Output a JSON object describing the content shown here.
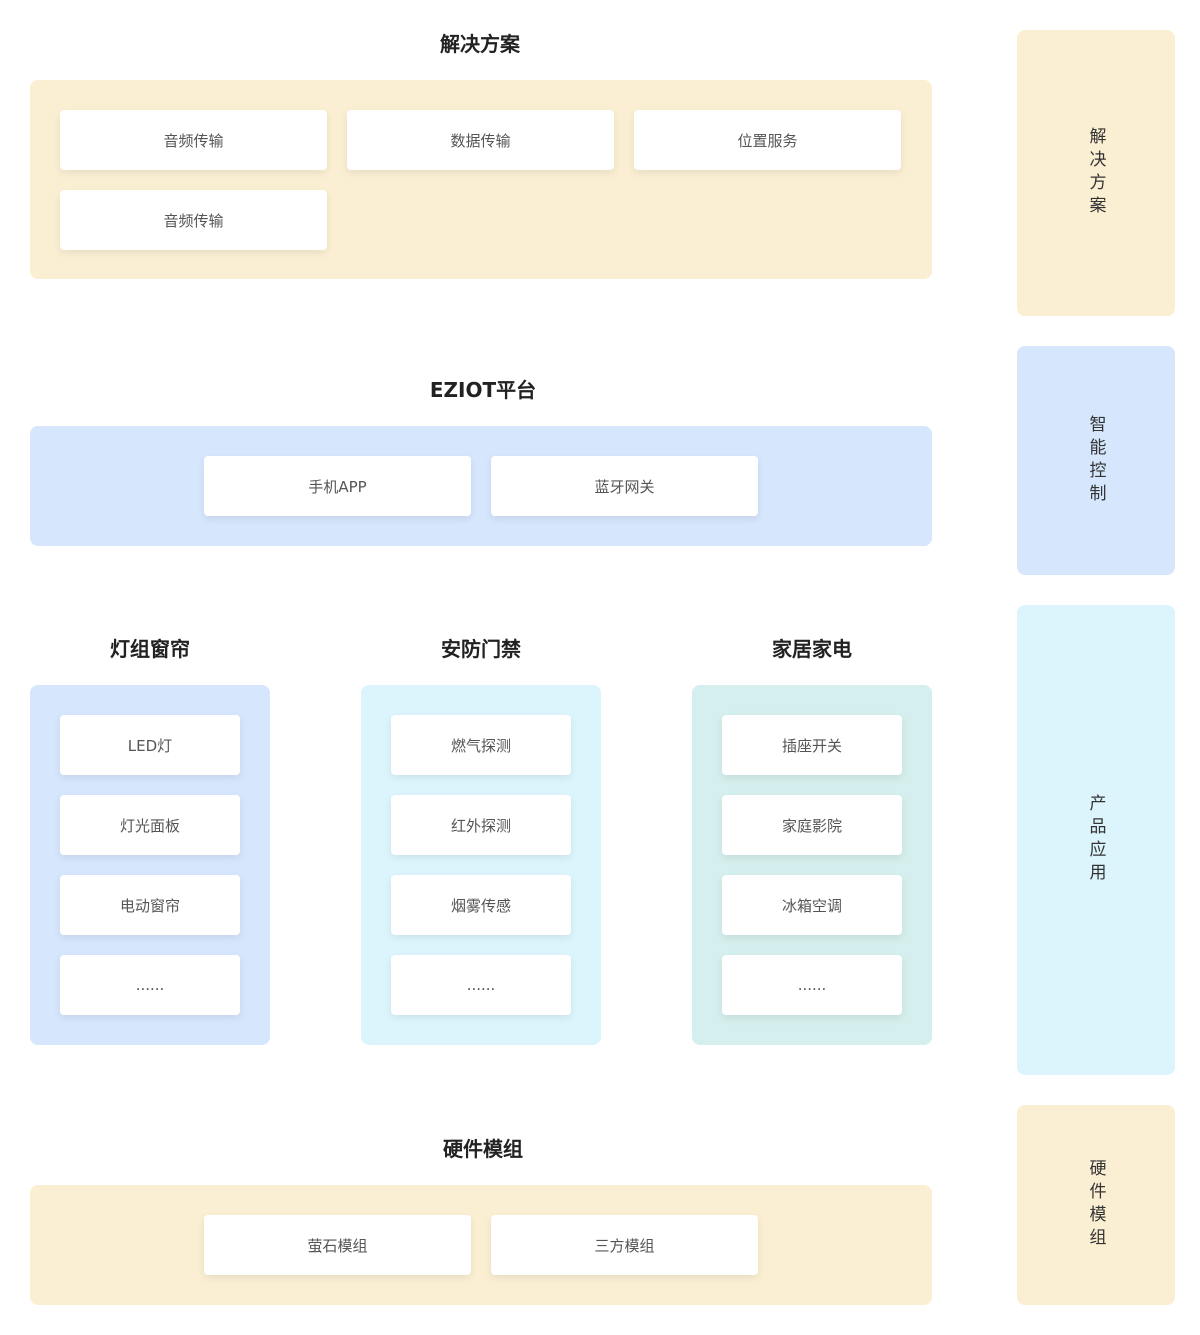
{
  "solutions": {
    "title": "解决方案",
    "items": [
      "音频传输",
      "数据传输",
      "位置服务",
      "音频传输"
    ]
  },
  "platform": {
    "title": "EZIOT平台",
    "items": [
      "手机APP",
      "蓝牙网关"
    ]
  },
  "products": [
    {
      "title": "灯组窗帘",
      "items": [
        "LED灯",
        "灯光面板",
        "电动窗帘",
        "......"
      ]
    },
    {
      "title": "安防门禁",
      "items": [
        "燃气探测",
        "红外探测",
        "烟雾传感",
        "......"
      ]
    },
    {
      "title": "家居家电",
      "items": [
        "插座开关",
        "家庭影院",
        "冰箱空调",
        "......"
      ]
    }
  ],
  "hardware": {
    "title": "硬件模组",
    "items": [
      "萤石模组",
      "三方模组"
    ]
  },
  "sidebar": [
    "解决方案",
    "智能控制",
    "产品应用",
    "硬件模组"
  ],
  "colors": {
    "yellow": "#fbefd3",
    "blue": "#d6e6fc",
    "cyan": "#dcf5fc",
    "teal": "#d5efee"
  }
}
